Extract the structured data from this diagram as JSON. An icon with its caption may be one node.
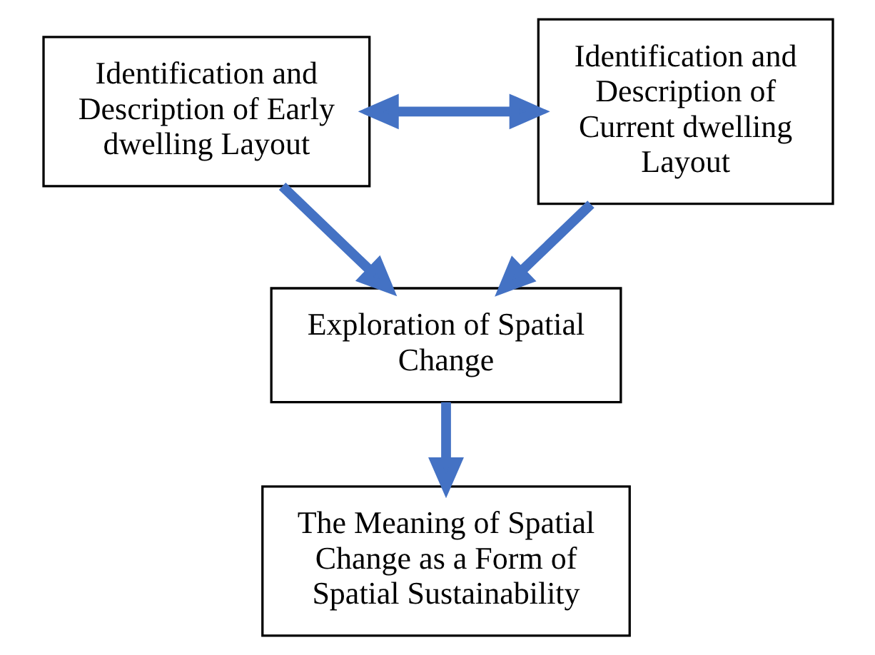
{
  "diagram": {
    "nodes": [
      {
        "text": [
          "Identification and Description of Early dwelling Layout"
        ]
      },
      {
        "text": [
          "Identification and Description of Current dwelling Layout"
        ]
      },
      {
        "text": [
          "Exploration of Spatial Change"
        ]
      },
      {
        "text": [
          "The Meaning of Spatial Change as a Form of Spatial Sustainability"
        ]
      }
    ],
    "edges": [
      {
        "from": 0,
        "to": 1,
        "arrow": "both"
      },
      {
        "from": 0,
        "to": 2,
        "arrow": "to"
      },
      {
        "from": 1,
        "to": 2,
        "arrow": "to"
      },
      {
        "from": 2,
        "to": 3,
        "arrow": "to"
      }
    ]
  }
}
